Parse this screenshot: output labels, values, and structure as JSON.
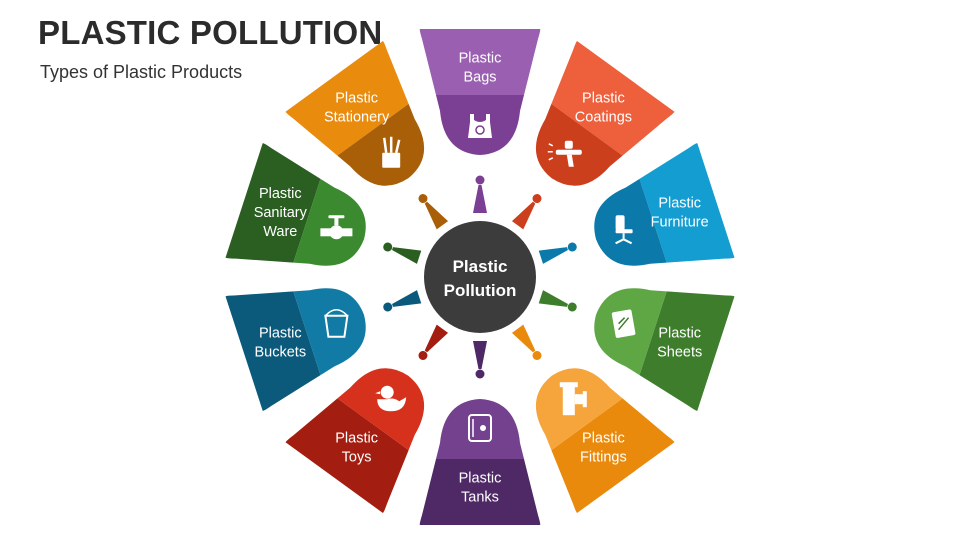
{
  "header": {
    "title": "PLASTIC POLLUTION",
    "subtitle": "Types of Plastic Products"
  },
  "center": {
    "line1": "Plastic",
    "line2": "Pollution",
    "color": "#3c3c3c"
  },
  "segments": [
    {
      "lines": [
        "Plastic",
        "Bags"
      ],
      "icon": "shopping-bag-icon",
      "color": "#9a5fb0",
      "dark": "#7b3f93"
    },
    {
      "lines": [
        "Plastic",
        "Coatings"
      ],
      "icon": "spray-gun-icon",
      "color": "#ee5f3c",
      "dark": "#cc3f1d"
    },
    {
      "lines": [
        "Plastic",
        "Furniture"
      ],
      "icon": "chair-icon",
      "color": "#139dd0",
      "dark": "#0b7aaa"
    },
    {
      "lines": [
        "Plastic",
        "Sheets"
      ],
      "icon": "sheet-icon",
      "color": "#5fa744",
      "dark": "#3d7d2c"
    },
    {
      "lines": [
        "Plastic",
        "Fittings"
      ],
      "icon": "pipe-fitting-icon",
      "color": "#f6a53c",
      "dark": "#e98a0c"
    },
    {
      "lines": [
        "Plastic",
        "Tanks"
      ],
      "icon": "water-tank-icon",
      "color": "#73418d",
      "dark": "#4f2966"
    },
    {
      "lines": [
        "Plastic",
        "Toys"
      ],
      "icon": "rubber-duck-icon",
      "color": "#d6311c",
      "dark": "#a31d10"
    },
    {
      "lines": [
        "Plastic",
        "Buckets"
      ],
      "icon": "bucket-icon",
      "color": "#117ba5",
      "dark": "#0b5a7c"
    },
    {
      "lines": [
        "Plastic",
        "Sanitary",
        "Ware"
      ],
      "icon": "faucet-valve-icon",
      "color": "#3c8a30",
      "dark": "#2b5f22"
    },
    {
      "lines": [
        "Plastic",
        "Stationery"
      ],
      "icon": "pen-holder-icon",
      "color": "#e98b0c",
      "dark": "#a85f07"
    }
  ]
}
